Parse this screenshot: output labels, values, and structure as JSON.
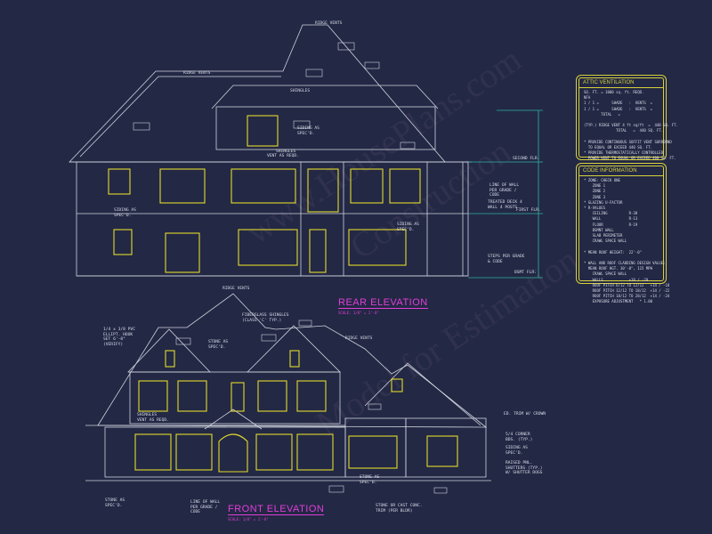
{
  "drawing": {
    "rear_title": "REAR ELEVATION",
    "front_title": "FRONT ELEVATION",
    "scale_text": "SCALE: 1/8\" = 1'-0\"",
    "watermark_lines": [
      "www.HousePlans.com",
      "Construction",
      "Model for Estimation"
    ]
  },
  "rear_labels": {
    "ridge_top": "RIDGE VENTS",
    "ridge_left": "RIDGE VENTS",
    "shingles": "SHINGLES",
    "siding_upper": "SIDING AS SPEC'D.",
    "shingles_mid": "SHINGLES",
    "vent": "VENT AS REQD.",
    "siding_left": "SIDING AS SPEC'D.",
    "line_of_wall": "LINE OF WALL PER GRADE / CODE",
    "treated_deck": "TREATED DECK 4 WALL 4 POSTS",
    "siding_right": "SIDING AS SPEC'D.",
    "steps": "STEPS PER GRADE & CODE",
    "second_flr": "SECOND FLR.",
    "first_flr": "FIRST FLR.",
    "bsmt_flr": "BSMT FLR."
  },
  "front_labels": {
    "ridge_vents": "RIDGE VENTS",
    "fiberglass": "FIBERGLASS SHINGLES (CLASS 'C' TYP.)",
    "gable": "1/4 x 3/8 PVC ELLIPT. HOOK SET 6'-0\" (VERIFY)",
    "stone_upper": "STONE AS SPEC'D.",
    "ridge_vents_right": "RIDGE VENTS",
    "shingles": "SHINGLES",
    "vent": "VENT AS REQD.",
    "trim_crown": "ED. TRIM W/ CROWN",
    "corner_bds": "5/4 CORNER BDS. (TYP.)",
    "siding": "SIDING AS SPEC'D.",
    "raised_pnl": "RAISED PNL. SHUTTERS (TYP.) W/ SHUTTER DOGS",
    "stone_lower": "STONE AS SPEC'D.",
    "line_of_wall": "LINE OF WALL PER GRADE / CODE",
    "stone_mid": "STONE AS SPEC'D.",
    "stone_cap": "STONE OR CAST CONC. TRIM (PER BLDR)"
  },
  "attic_panel": {
    "title": "ATTIC VENTILATION",
    "lines": [
      "SQ. FT. = 1000 sq. ft. REQD.",
      "NFA",
      "1 / 1 =      SHADE   :  VENTS  =",
      "1 / 1 =      SHADE   :  VENTS  =",
      "        TOTAL   =",
      "",
      "(TYP.) RIDGE VENT 4 ft sq/ft  =  440 SQ. FT.",
      "               TOTAL   =  440 SQ. FT.",
      "",
      "* PROVIDE CONTINUOUS SOFFIT VENT SURROUND",
      "  TO EQUAL OR EXCEED 440 SQ. FT.",
      "* PROVIDE THERMOSTATICALLY CONTROLLED",
      "  POWER VENT TO EQUAL OR EXCEED 400 SQ. FT."
    ]
  },
  "code_panel": {
    "title": "CODE INFORMATION",
    "lines": [
      "* ZONE: CHECK ONE",
      "    ZONE 1",
      "    ZONE 2",
      "    ZONE 3",
      "* GLAZING U-FACTOR",
      "* R-VALUES",
      "    CEILING          R-38",
      "    WALL             R-13",
      "    FLOOR            R-19",
      "    BSMNT WALL",
      "    SLAB PERIMETER",
      "    CRAWL SPACE WALL",
      "",
      "* MEAN ROOF HEIGHT:  22'-0\"",
      "",
      "* WALL AND ROOF CLADDING DESIGN VALUE:",
      "  MEAN ROOF HGT. 30'-0\", 115 MPH",
      "    CRAWL SPACE WALL",
      "    WALLS            +18 / -20",
      "    ROOF PITCH 6/12 TO 12/12   +14 / -18",
      "    ROOF PITCH 12/12 TO 18/12  +14 / -22",
      "    ROOF PITCH 18/12 TO 28/12  +14 / -24",
      "    EXPOSURE ADJUSTMENT   * 1.00"
    ]
  },
  "colors": {
    "background": "#232845",
    "outline": "#cfd3dc",
    "window": "#e3da2c",
    "title": "#e23ed8",
    "level_line": "#2fb4a0",
    "panel_border": "#d8d23a"
  }
}
